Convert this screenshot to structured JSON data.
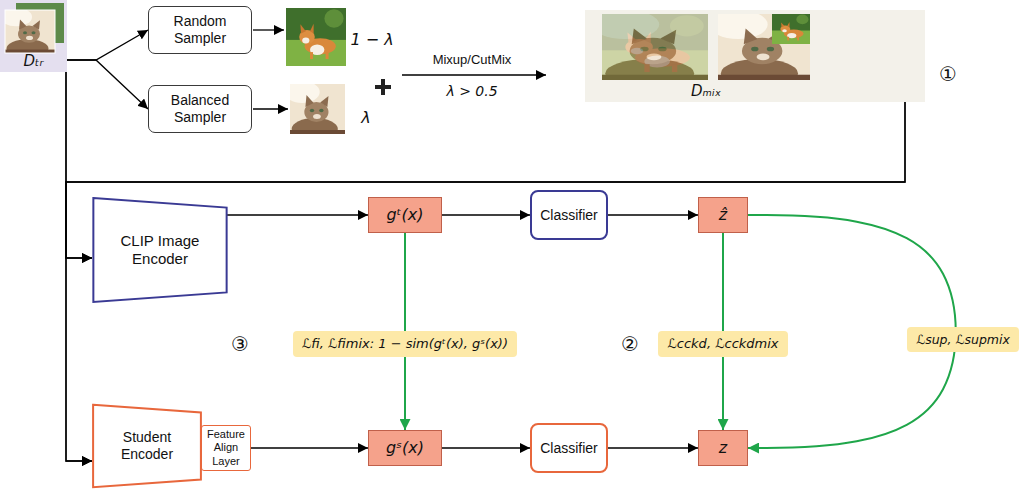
{
  "diagram": {
    "nodes": [
      {
        "text": [
          "Dₜᵣ"
        ]
      },
      {
        "text": [
          "Random Sampler"
        ]
      },
      {
        "text": [
          "Balanced Sampler"
        ]
      },
      {
        "text": [
          "Dₘᵢₓ"
        ]
      },
      {
        "text": [
          "CLIP Image Encoder"
        ]
      },
      {
        "text": [
          "gᵗ(x)"
        ]
      },
      {
        "text": [
          "Classifier"
        ]
      },
      {
        "text": [
          "ẑ"
        ]
      },
      {
        "text": [
          "Student Encoder"
        ]
      },
      {
        "text": [
          "Feature Align Layer"
        ]
      },
      {
        "text": [
          "gˢ(x)"
        ]
      },
      {
        "text": [
          "Classifier"
        ]
      },
      {
        "text": [
          "z"
        ]
      }
    ],
    "edges": [
      {
        "from": 0,
        "to": 1,
        "arrow": "to"
      },
      {
        "from": 0,
        "to": 2,
        "arrow": "to"
      },
      {
        "from": 0,
        "to": 4,
        "arrow": "to"
      },
      {
        "from": 0,
        "to": 8,
        "arrow": "to"
      },
      {
        "from": 3,
        "to": 4,
        "arrow": "to"
      },
      {
        "from": 3,
        "to": 8,
        "arrow": "to"
      },
      {
        "from": 4,
        "to": 5,
        "arrow": "to"
      },
      {
        "from": 5,
        "to": 6,
        "arrow": "to"
      },
      {
        "from": 6,
        "to": 7,
        "arrow": "to"
      },
      {
        "from": 9,
        "to": 10,
        "arrow": "to"
      },
      {
        "from": 10,
        "to": 11,
        "arrow": "to"
      },
      {
        "from": 11,
        "to": 12,
        "arrow": "to"
      },
      {
        "from": 5,
        "to": 10,
        "arrow": "to",
        "label": "ℒfi, ℒfimix: 1 − sim(gᵗ(x), gˢ(x))"
      },
      {
        "from": 7,
        "to": 12,
        "arrow": "to",
        "label": "ℒcckd, ℒcckdmix"
      },
      {
        "from": 7,
        "to": 12,
        "arrow": "to",
        "label": "ℒsup, ℒsupmix"
      }
    ],
    "labels": [
      "1 − λ",
      "λ",
      "Mixup/CutMix",
      "λ > 0.5",
      "①",
      "②",
      "③"
    ]
  }
}
